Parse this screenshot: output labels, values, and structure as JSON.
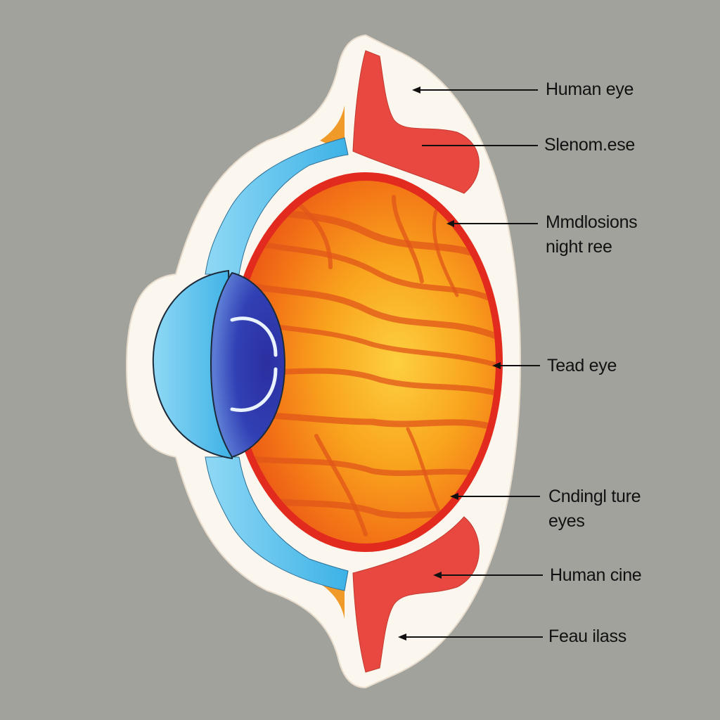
{
  "labels": [
    {
      "lines": [
        "Human eye"
      ]
    },
    {
      "lines": [
        "Slenom.ese"
      ]
    },
    {
      "lines": [
        "Mmdlosions",
        "night ree"
      ]
    },
    {
      "lines": [
        "Tead eye"
      ]
    },
    {
      "lines": [
        "Cndingl ture",
        "eyes"
      ]
    },
    {
      "lines": [
        "Human cine"
      ]
    },
    {
      "lines": [
        "Feau ilass"
      ]
    }
  ],
  "colors": {
    "background": "#a2a29d",
    "outer_white": "#fbf7ee",
    "cornea_blue": "#5cc4ea",
    "lens_blue": "#3a46b8",
    "eyelid_red": "#e8483f",
    "retina_red": "#e22a1e",
    "interior_orange": "#f47a14",
    "interior_yellow": "#fbbf24",
    "gap_orange": "#f09a2a",
    "leader_line": "#111111"
  }
}
